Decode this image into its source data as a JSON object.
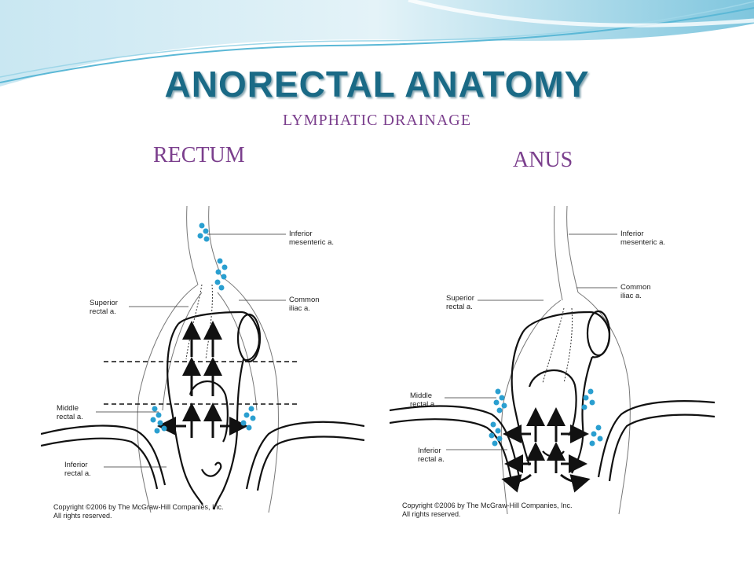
{
  "slide": {
    "title": "ANORECTAL  ANATOMY",
    "subtitle": "LYMPHATIC DRAINAGE",
    "title_color": "#1a6a86",
    "accent_color": "#7b3f8d"
  },
  "panels": {
    "rectum": {
      "label": "RECTUM",
      "labels": {
        "inferior_mesenteric": "Inferior mesenteric a.",
        "superior_rectal": "Superior rectal a.",
        "common_iliac": "Common iliac a.",
        "middle_rectal": "Middle rectal a.",
        "inferior_rectal": "Inferior rectal a."
      },
      "copyright_line1": "Copyright ©2006 by The McGraw-Hill Companies, Inc.",
      "copyright_line2": "All rights reserved."
    },
    "anus": {
      "label": "ANUS",
      "labels": {
        "inferior_mesenteric": "Inferior mesenteric a.",
        "common_iliac": "Common iliac a.",
        "superior_rectal": "Superior rectal a.",
        "middle_rectal": "Middle rectal a.",
        "inferior_rectal": "Inferior rectal a."
      },
      "copyright_line1": "Copyright ©2006 by The McGraw-Hill Companies, Inc.",
      "copyright_line2": "All rights reserved."
    }
  },
  "icons": {
    "lymph_node_color": "#2a9fd0",
    "arrow": "drainage-arrow-icon"
  }
}
